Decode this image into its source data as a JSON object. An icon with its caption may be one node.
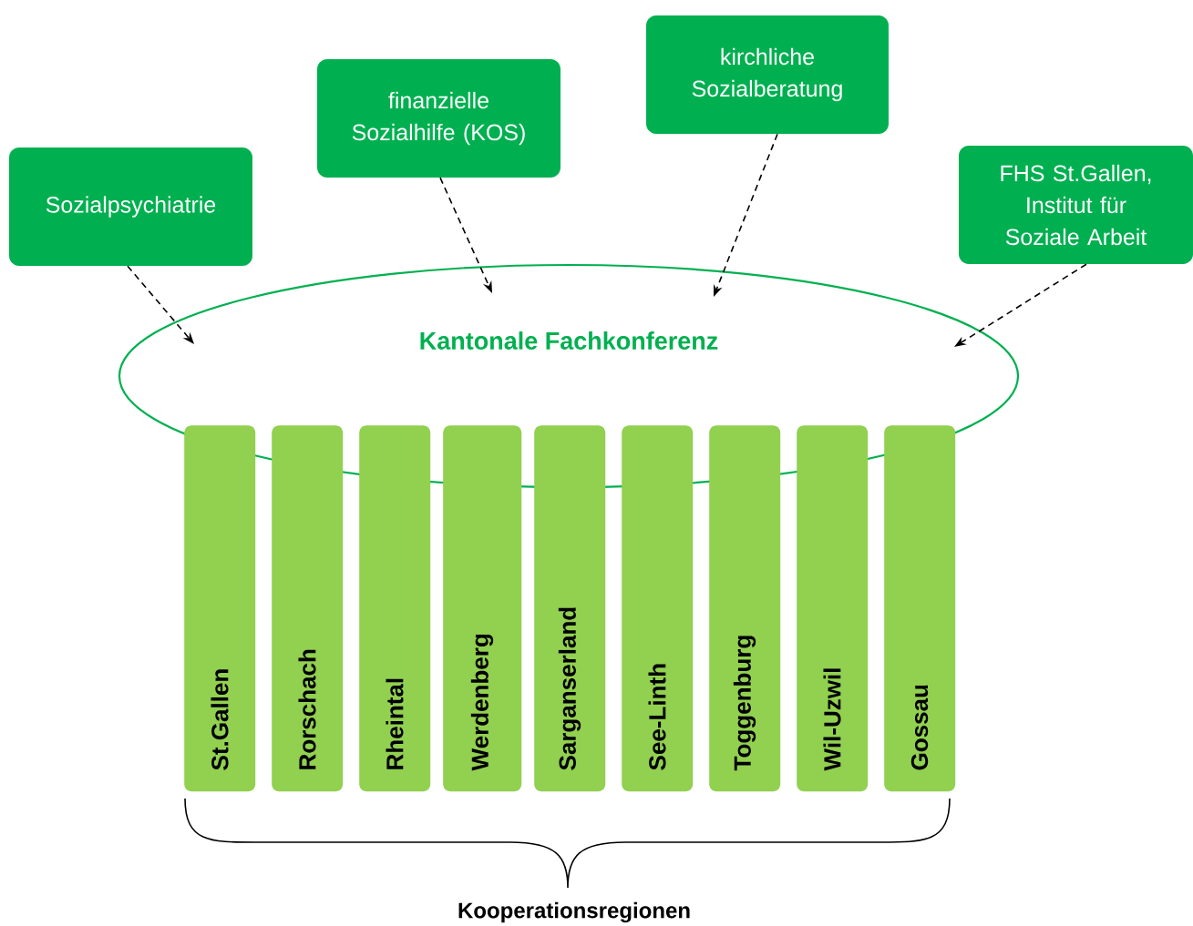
{
  "diagram": {
    "nodes": [
      {
        "text": [
          "Sozialpsychiatrie"
        ]
      },
      {
        "text": [
          "finanzielle Sozialhilfe (KOS)"
        ]
      },
      {
        "text": [
          "kirchliche Sozialberatung"
        ]
      },
      {
        "text": [
          "FHS St.Gallen, Institut für Soziale Arbeit"
        ]
      },
      {
        "text": [
          "Kantonale Fachkonferenz"
        ]
      },
      {
        "text": [
          "St.Gallen"
        ]
      },
      {
        "text": [
          "Rorschach"
        ]
      },
      {
        "text": [
          "Rheintal"
        ]
      },
      {
        "text": [
          "Werdenberg"
        ]
      },
      {
        "text": [
          "Sarganserland"
        ]
      },
      {
        "text": [
          "See-Linth"
        ]
      },
      {
        "text": [
          "Toggenburg"
        ]
      },
      {
        "text": [
          "Wil-Uzwil"
        ]
      },
      {
        "text": [
          "Gossau"
        ]
      }
    ],
    "edges": [
      {
        "from": 0,
        "to": 4,
        "arrow": "to",
        "style": "dashed"
      },
      {
        "from": 1,
        "to": 4,
        "arrow": "to",
        "style": "dashed"
      },
      {
        "from": 2,
        "to": 4,
        "arrow": "to",
        "style": "dashed"
      },
      {
        "from": 3,
        "to": 4,
        "arrow": "to",
        "style": "dashed"
      }
    ],
    "labels": [
      "Kooperationsregionen"
    ]
  }
}
